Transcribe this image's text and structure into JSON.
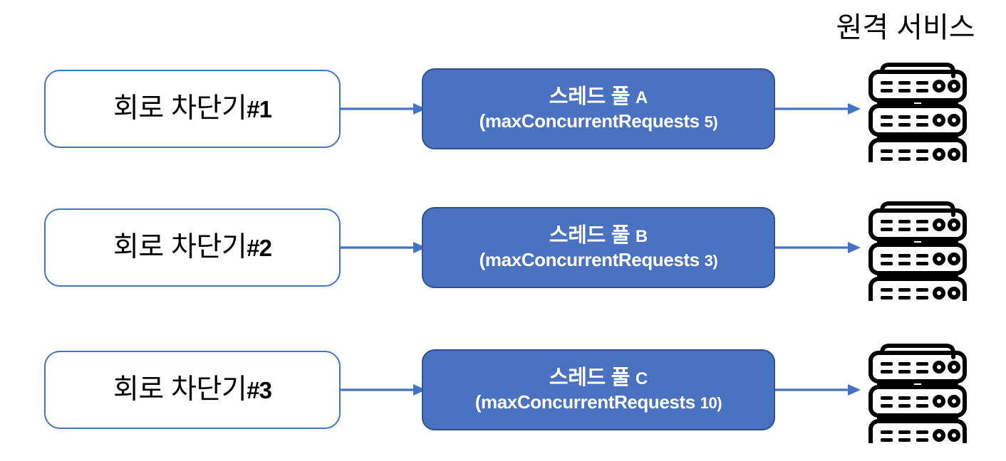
{
  "diagram": {
    "remote_service_title": "원격 서비스",
    "accent_color": "#4472C4",
    "pool_fill_color": "#4A72C0",
    "pool_border_color": "#2F528F",
    "arrow_color": "#4472C4",
    "icon_color": "#000000",
    "rows": [
      {
        "breaker_label": "회로 차단기",
        "breaker_number": "#1",
        "pool_name": "스레드 풀",
        "pool_id": "A",
        "pool_config": "(maxConcurrentRequests",
        "pool_config_value": "5)",
        "server_icon": "server-rack-icon"
      },
      {
        "breaker_label": "회로 차단기",
        "breaker_number": "#2",
        "pool_name": "스레드 풀",
        "pool_id": "B",
        "pool_config": "(maxConcurrentRequests",
        "pool_config_value": "3)",
        "server_icon": "server-rack-icon"
      },
      {
        "breaker_label": "회로 차단기",
        "breaker_number": "#3",
        "pool_name": "스레드 풀",
        "pool_id": "C",
        "pool_config": "(maxConcurrentRequests",
        "pool_config_value": "10)",
        "server_icon": "server-rack-icon"
      }
    ]
  }
}
